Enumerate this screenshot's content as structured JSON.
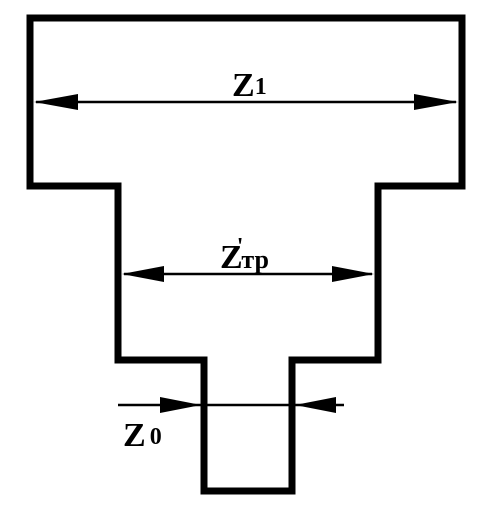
{
  "labels": {
    "z1": {
      "main": "Z",
      "sub": "1"
    },
    "ztr": {
      "main": "Z",
      "prime": "'",
      "sub": "тр"
    },
    "z0": {
      "main": "Z",
      "sub": "0"
    }
  },
  "colors": {
    "stroke": "#000000",
    "background": "#ffffff"
  }
}
